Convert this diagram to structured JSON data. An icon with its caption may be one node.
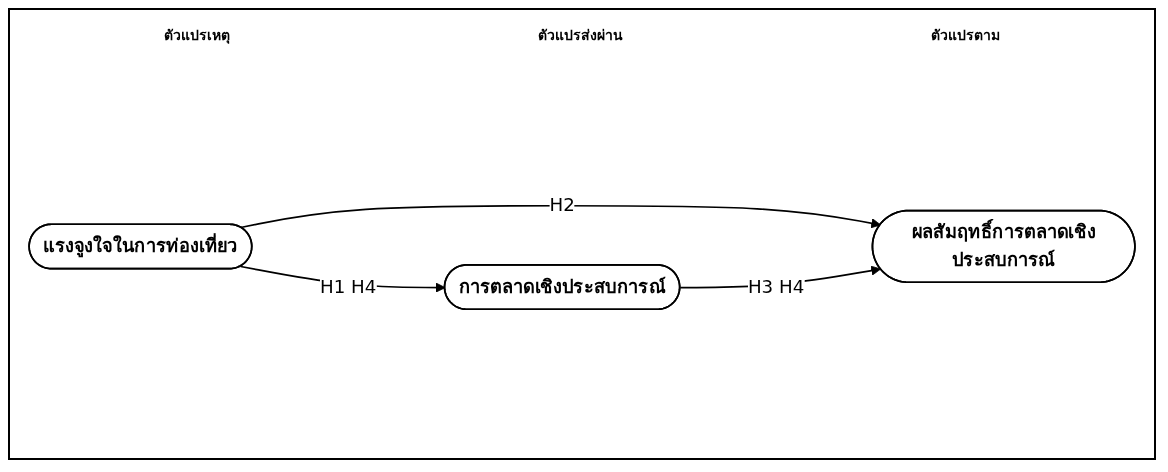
{
  "diagram": {
    "nodes": [
      {
        "text": [
          "แรงจูงใจในการท่องเที่ยว"
        ]
      },
      {
        "text": [
          "การตลาดเชิงประสบการณ์"
        ]
      },
      {
        "text": [
          "ผลสัมฤทธิ์การตลาดเชิงประสบการณ์"
        ]
      }
    ],
    "edges": [
      {
        "from": 0,
        "to": 2,
        "arrow": "to",
        "label": "H2"
      },
      {
        "from": 0,
        "to": 1,
        "arrow": "to",
        "label": "H1 H4"
      },
      {
        "from": 1,
        "to": 2,
        "arrow": "to",
        "label": "H3 H4"
      }
    ],
    "labels": [
      "ตัวแปรเหตุ",
      "ตัวแปรส่งผ่าน",
      "ตัวแปรตาม"
    ]
  }
}
